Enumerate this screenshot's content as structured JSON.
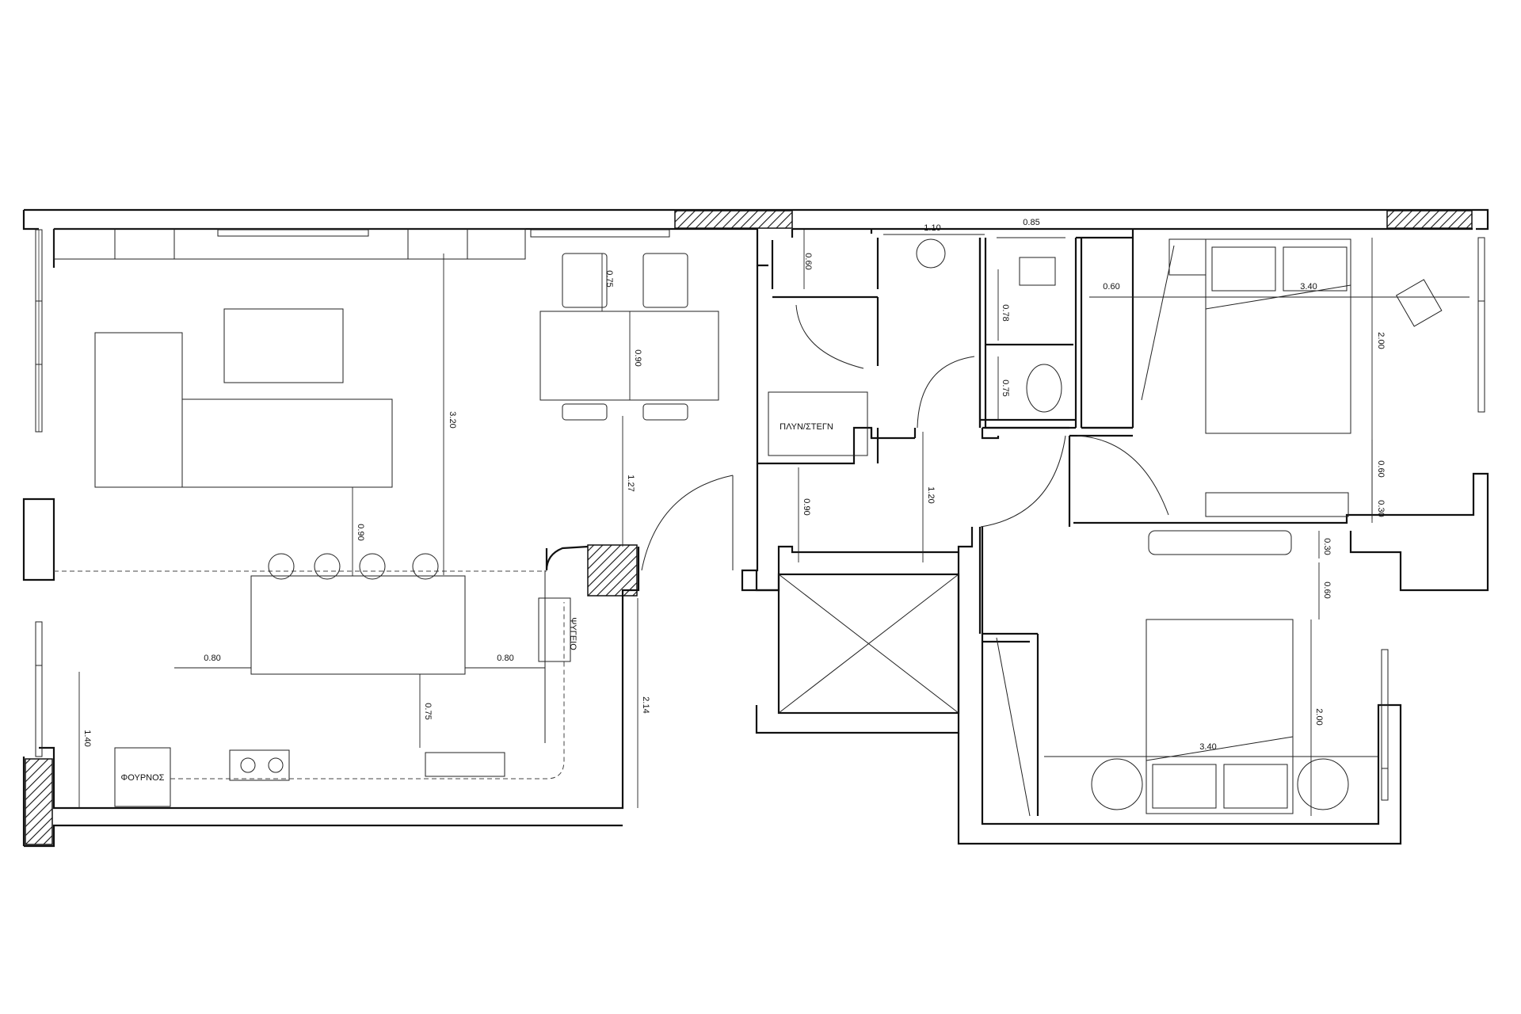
{
  "labels": {
    "fridge": "ΨΥΓΕΙΟ",
    "oven": "ΦΟΥΡΝΟΣ",
    "washer_dryer": "ΠΛΥΝ/ΣΤΕΓΝ"
  },
  "dimensions": {
    "d_110": "1.10",
    "d_085": "0.85",
    "d_060_bath_top": "0.60",
    "d_060_bed1_wardrobe": "0.60",
    "d_340_bed1": "3.40",
    "d_200_bed1": "2.00",
    "d_060_bed1_side": "0.60",
    "d_030_bed1": "0.30",
    "d_075_chair": "0.75",
    "d_090_table": "0.90",
    "d_320": "3.20",
    "d_127": "1.27",
    "d_078": "0.78",
    "d_075_wc": "0.75",
    "d_090_hall": "0.90",
    "d_120": "1.20",
    "d_090_island": "0.90",
    "d_080_left": "0.80",
    "d_080_right": "0.80",
    "d_075_kitchen": "0.75",
    "d_140": "1.40",
    "d_214": "2.14",
    "d_030_bed2": "0.30",
    "d_060_bed2": "0.60",
    "d_200_bed2": "2.00",
    "d_340_bed2": "3.40"
  },
  "colors": {
    "line": "#111111",
    "background": "#ffffff"
  }
}
